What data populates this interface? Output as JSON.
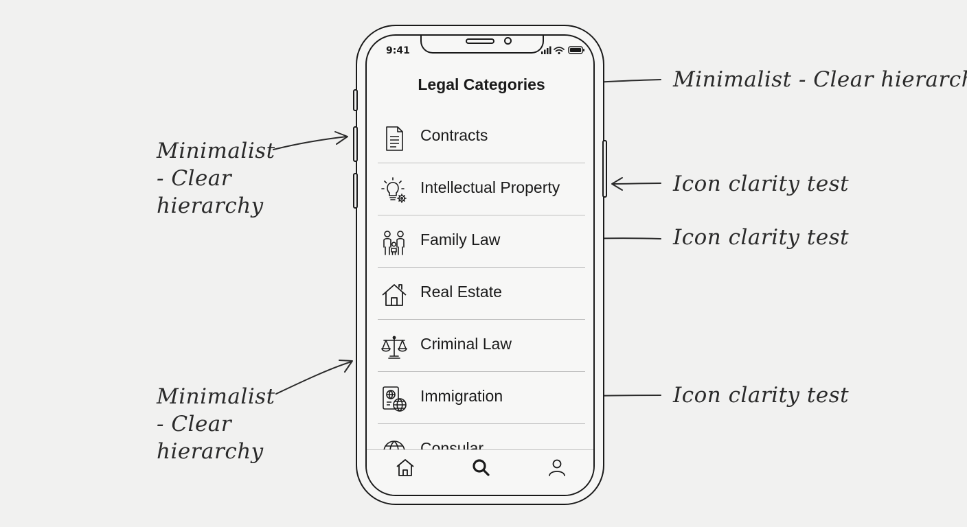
{
  "annotations": {
    "top_right": "Minimalist - Clear hierarchy",
    "left_top": [
      "Minimalist",
      "- Clear",
      "hierarchy"
    ],
    "left_bottom": [
      "Minimalist",
      "- Clear",
      "hierarchy"
    ],
    "right_1": "Icon clarity test",
    "right_2": "Icon clarity test",
    "right_3": "Icon clarity test"
  },
  "status_bar": {
    "time": "9:41"
  },
  "screen": {
    "title": "Legal Categories"
  },
  "categories": [
    {
      "label": "Contracts",
      "icon": "document-icon"
    },
    {
      "label": "Intellectual Property",
      "icon": "lightbulb-gear-icon"
    },
    {
      "label": "Family Law",
      "icon": "family-icon"
    },
    {
      "label": "Real Estate",
      "icon": "house-icon"
    },
    {
      "label": "Criminal Law",
      "icon": "scales-icon"
    },
    {
      "label": "Immigration",
      "icon": "passport-globe-icon"
    },
    {
      "label": "Consular",
      "icon": "globe-icon"
    }
  ],
  "tabbar": {
    "tabs": [
      "home-icon",
      "search-icon",
      "profile-icon"
    ]
  },
  "colors": {
    "ink": "#1a1a1a",
    "paper": "#f1f1f0",
    "divider": "#bdbdbd"
  }
}
